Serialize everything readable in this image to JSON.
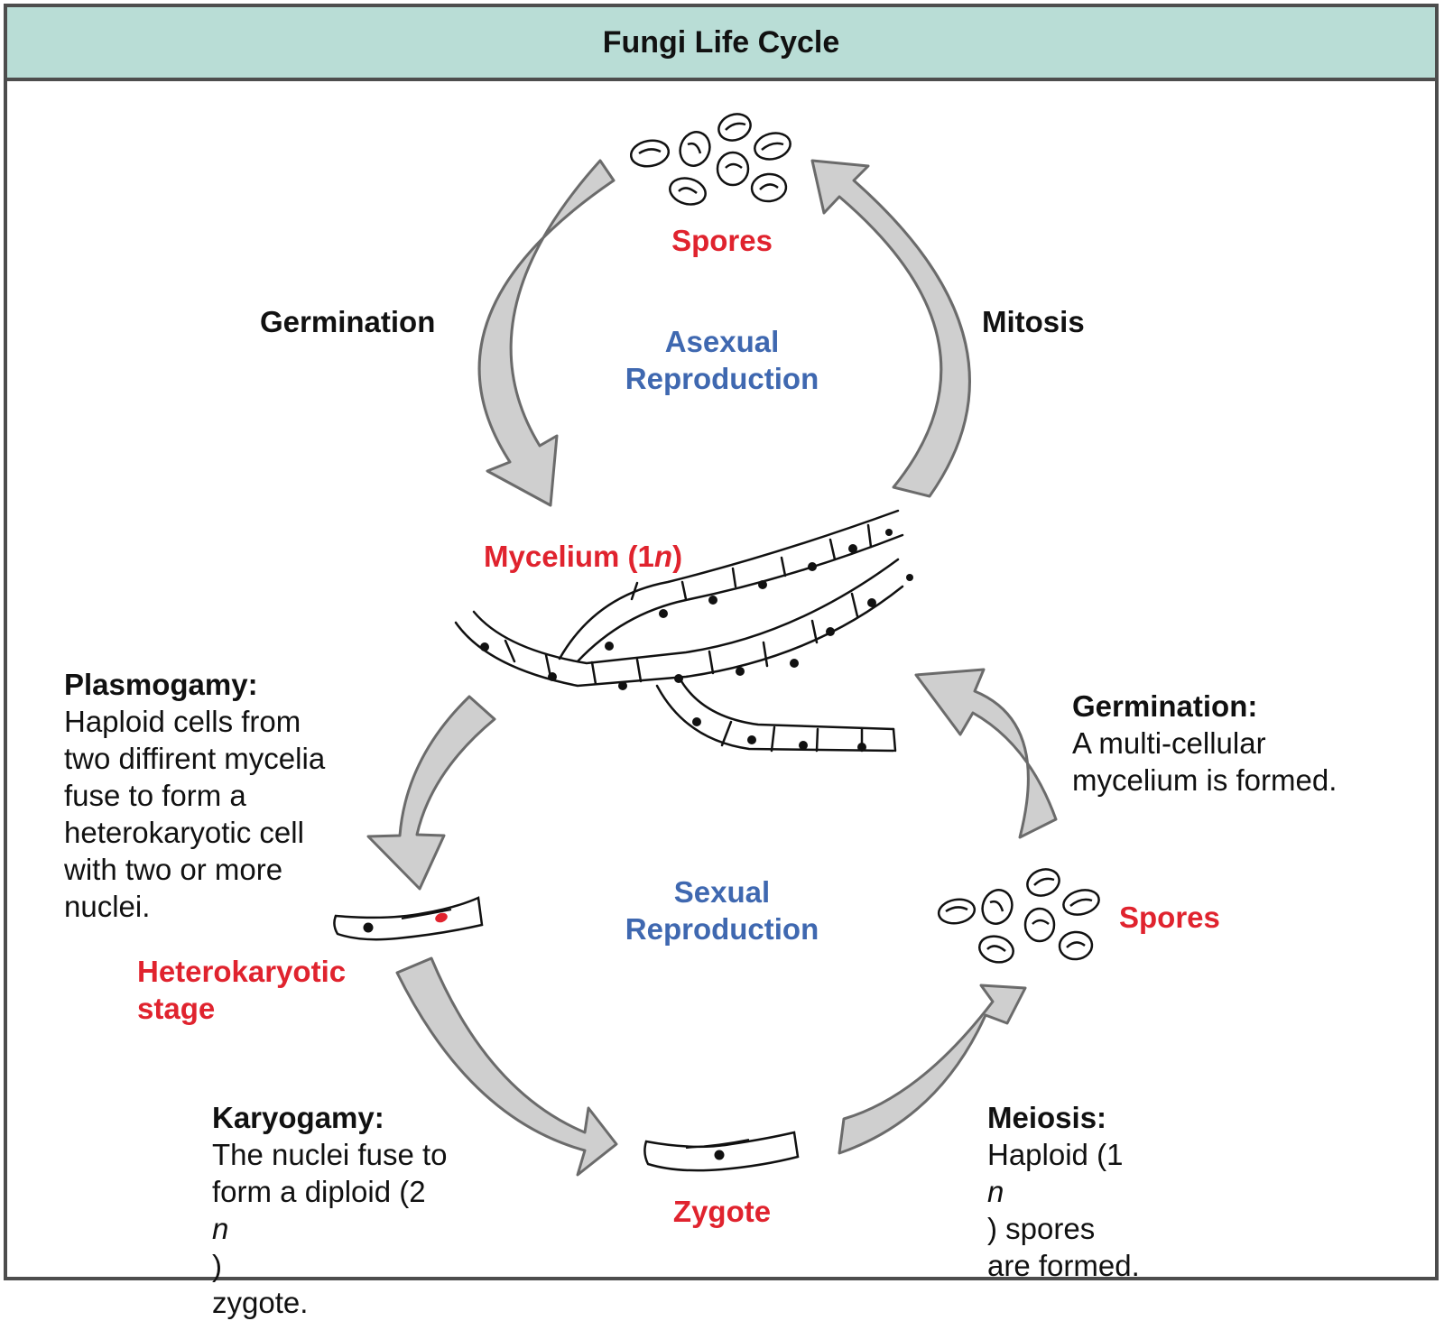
{
  "title": "Fungi Life Cycle",
  "asexual": {
    "label_line1": "Asexual",
    "label_line2": "Reproduction",
    "spores_label": "Spores",
    "germination_label": "Germination",
    "mitosis_label": "Mitosis"
  },
  "mycelium": {
    "label_prefix": "Mycelium (1",
    "label_italic": "n",
    "label_suffix": ")"
  },
  "sexual": {
    "label_line1": "Sexual",
    "label_line2": "Reproduction",
    "spores_label": "Spores",
    "heterokaryotic_line1": "Heterokaryotic",
    "heterokaryotic_line2": "stage",
    "zygote_label": "Zygote"
  },
  "plasmogamy": {
    "heading": "Plasmogamy:",
    "lines": [
      "Haploid cells from",
      "two diffirent mycelia",
      "fuse to form a",
      "heterokaryotic cell",
      "with two or more",
      "nuclei."
    ]
  },
  "germination_sexual": {
    "heading": "Germination:",
    "lines": [
      "A multi-cellular",
      "mycelium is formed."
    ]
  },
  "karyogamy": {
    "heading": "Karyogamy:",
    "line1": "The nuclei fuse to",
    "line2_prefix": "form a diploid (2",
    "line2_italic": "n",
    "line2_suffix": ")",
    "line3": "zygote."
  },
  "meiosis": {
    "heading": "Meiosis:",
    "line1_prefix": "Haploid (1",
    "line1_italic": "n",
    "line1_suffix": ") spores",
    "line2": "are formed."
  },
  "colors": {
    "title_bar": "#b9ddd6",
    "frame": "#4d4d4d",
    "arrow_fill": "#cfcfcf",
    "stage_label_red": "#e0232e",
    "reproduction_label_blue": "#3f68b0"
  }
}
